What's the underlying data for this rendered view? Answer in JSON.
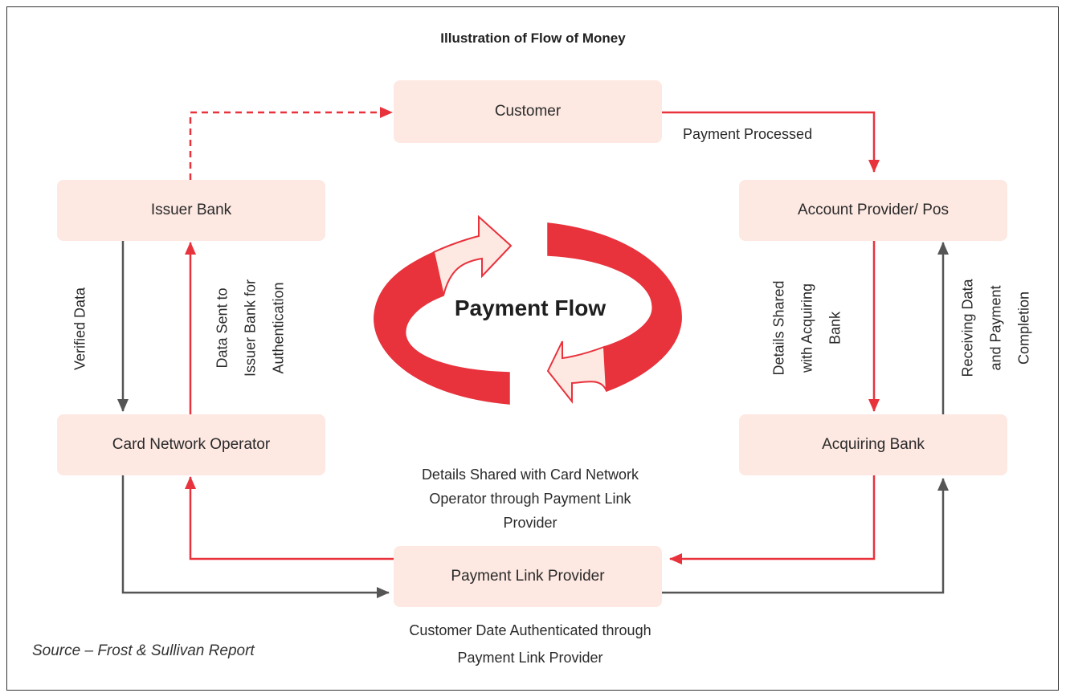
{
  "title": "Illustration of Flow of Money",
  "nodes": {
    "customer": "Customer",
    "issuer_bank": "Issuer Bank",
    "account_provider": "Account Provider/ Pos",
    "card_network_operator": "Card Network Operator",
    "acquiring_bank": "Acquiring Bank",
    "payment_link_provider": "Payment Link Provider"
  },
  "center_label": "Payment Flow",
  "edge_labels": {
    "payment_processed": "Payment Processed",
    "verified_data": "Verified Data",
    "data_sent_issuer": [
      "Data Sent to",
      "Issuer Bank for",
      "Authentication"
    ],
    "details_shared_acquiring": [
      "Details Shared",
      "with Acquiring",
      "Bank"
    ],
    "receiving_data": [
      "Receiving Data",
      "and Payment",
      "Completion"
    ],
    "details_shared_card": [
      "Details Shared with Card Network",
      "Operator through Payment Link",
      "Provider"
    ],
    "customer_date_auth": [
      "Customer Date Authenticated through",
      "Payment Link Provider"
    ]
  },
  "source": "Source – Frost & Sullivan Report",
  "colors": {
    "red": "#e8323c",
    "gray": "#555555",
    "box_fill": "#fde8e2",
    "arrow_light": "#fde8e2"
  }
}
